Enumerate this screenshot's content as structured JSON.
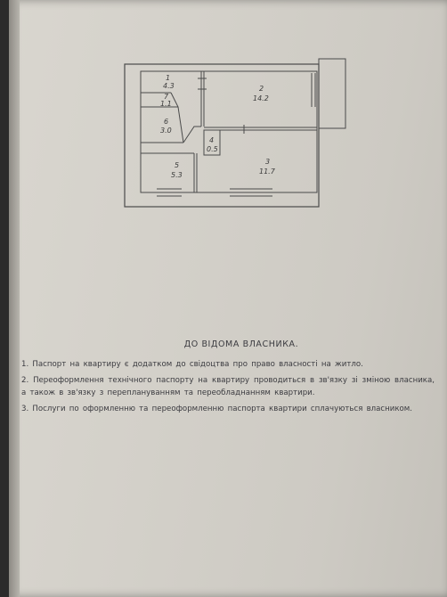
{
  "floor_plan": {
    "rooms": [
      {
        "number": "1",
        "area": "4.3"
      },
      {
        "number": "2",
        "area": "14.2"
      },
      {
        "number": "3",
        "area": "11.7"
      },
      {
        "number": "4",
        "area": "0.5"
      },
      {
        "number": "5",
        "area": "5.3"
      },
      {
        "number": "6",
        "area": "3.0"
      },
      {
        "number": "7",
        "area": "1.1"
      }
    ]
  },
  "notice": {
    "title": "ДО ВІДОМА ВЛАСНИКА.",
    "items": [
      "1. Паспорт на квартиру є додатком до свідоцтва про право власності на житло.",
      "2. Переоформлення технічного паспорту на квартиру проводиться в зв'язку зі зміною власника, а також в зв'язку з переплануванням та переобладнанням квартири.",
      "3. Послуги по оформленню та переоформленню паспорта квартири сплачуються власником."
    ]
  }
}
